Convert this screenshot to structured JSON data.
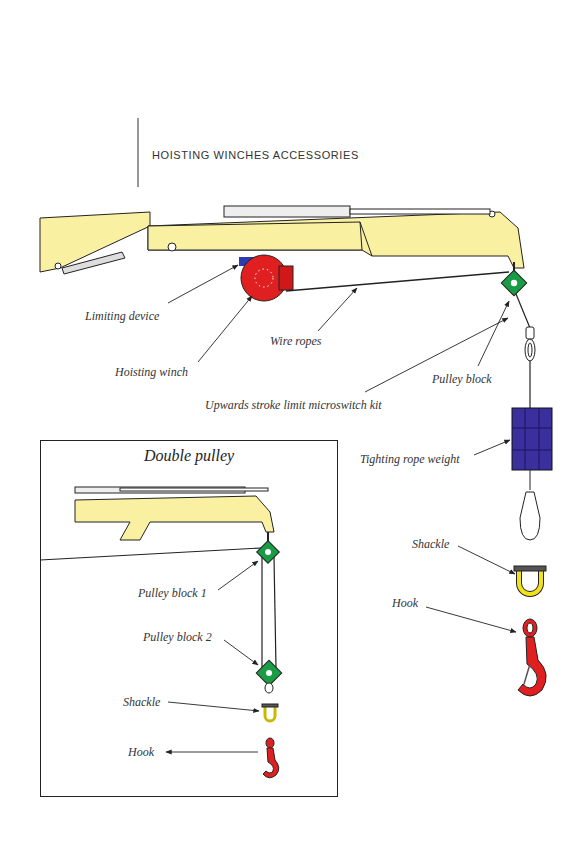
{
  "diagram": {
    "title": "HOISTING WINCHES ACCESSORIES",
    "nodes": [
      {
        "text": [
          "Double pulley"
        ]
      }
    ],
    "labels": [
      "Limiting device",
      "Wire ropes",
      "Hoisting winch",
      "Pulley block",
      "Upwards stroke limit microswitch kit",
      "Tighting rope weight",
      "Shackle",
      "Hook",
      "Pulley block 1",
      "Pulley block 2",
      "Shackle",
      "Hook"
    ]
  }
}
